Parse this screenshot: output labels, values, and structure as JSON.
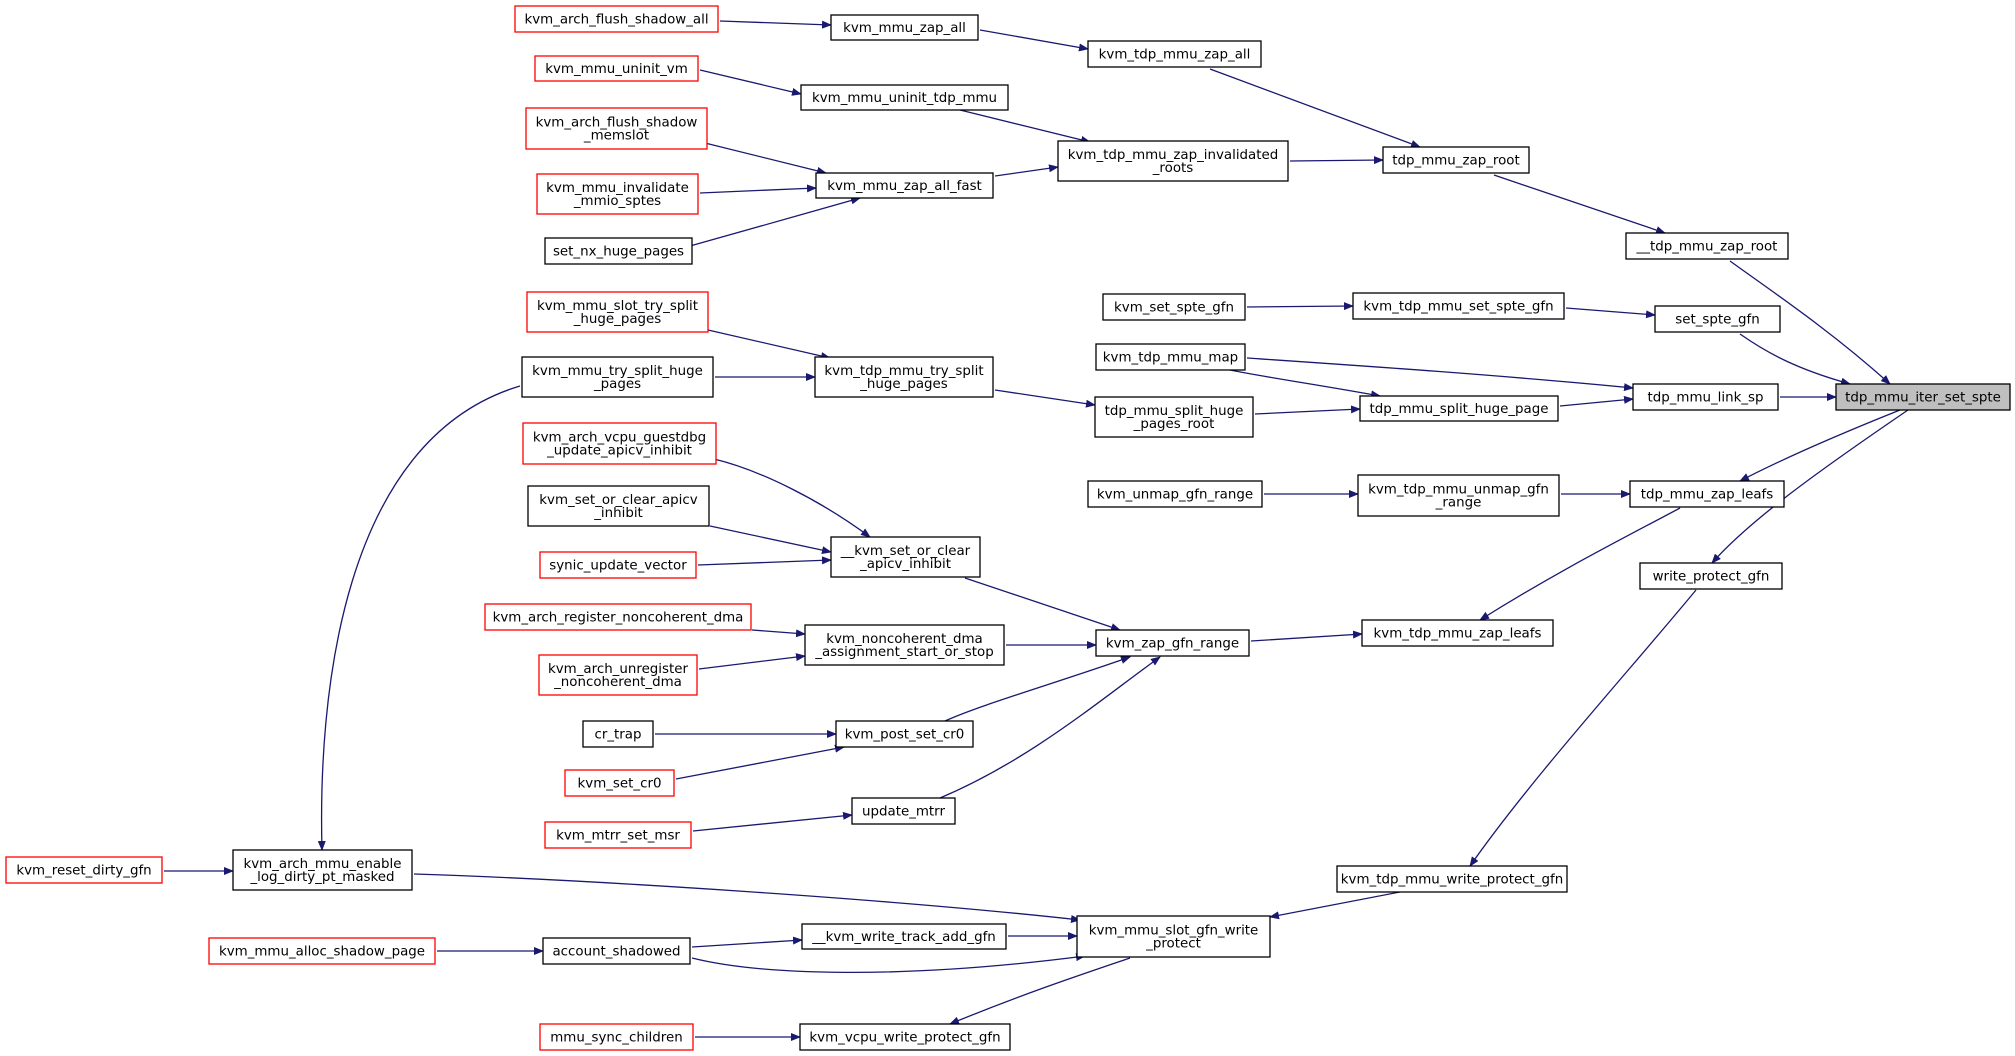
{
  "graph": {
    "edge_color": "#191970",
    "node_border_default": "#000000",
    "node_border_truncated": "#ff0000",
    "focus_fill": "#bfbfbf",
    "nodes": {
      "n_flush_all": [
        "kvm_arch_flush_shadow_all"
      ],
      "n_zap_all": [
        "kvm_mmu_zap_all"
      ],
      "n_tdp_zap_all": [
        "kvm_tdp_mmu_zap_all"
      ],
      "n_uninit_vm": [
        "kvm_mmu_uninit_vm"
      ],
      "n_uninit_tdp": [
        "kvm_mmu_uninit_tdp_mmu"
      ],
      "n_flush_memslot": [
        "kvm_arch_flush_shadow",
        "_memslot"
      ],
      "n_inval_mmio": [
        "kvm_mmu_invalidate",
        "_mmio_sptes"
      ],
      "n_nx_huge": [
        "set_nx_huge_pages"
      ],
      "n_zap_all_fast": [
        "kvm_mmu_zap_all_fast"
      ],
      "n_zap_invalidated": [
        "kvm_tdp_mmu_zap_invalidated",
        "_roots"
      ],
      "n_zap_root": [
        "tdp_mmu_zap_root"
      ],
      "n___zap_root": [
        "__tdp_mmu_zap_root"
      ],
      "n_slot_try_split": [
        "kvm_mmu_slot_try_split",
        "_huge_pages"
      ],
      "n_mmu_try_split": [
        "kvm_mmu_try_split_huge",
        "_pages"
      ],
      "n_tdp_try_split": [
        "kvm_tdp_mmu_try_split",
        "_huge_pages"
      ],
      "n_set_spte_gfn": [
        "kvm_set_spte_gfn"
      ],
      "n_tdp_set_spte": [
        "kvm_tdp_mmu_set_spte_gfn"
      ],
      "n_set_spte": [
        "set_spte_gfn"
      ],
      "n_tdp_map": [
        "kvm_tdp_mmu_map"
      ],
      "n_split_root": [
        "tdp_mmu_split_huge",
        "_pages_root"
      ],
      "n_split_page": [
        "tdp_mmu_split_huge_page"
      ],
      "n_link_sp": [
        "tdp_mmu_link_sp"
      ],
      "n_iter_set": [
        "tdp_mmu_iter_set_spte"
      ],
      "n_unmap_range": [
        "kvm_unmap_gfn_range"
      ],
      "n_tdp_unmap": [
        "kvm_tdp_mmu_unmap_gfn",
        "_range"
      ],
      "n_zap_leafs": [
        "tdp_mmu_zap_leafs"
      ],
      "n_write_prot": [
        "write_protect_gfn"
      ],
      "n_guestdbg": [
        "kvm_arch_vcpu_guestdbg",
        "_update_apicv_inhibit"
      ],
      "n_set_or_clear": [
        "kvm_set_or_clear_apicv",
        "_inhibit"
      ],
      "n_synic": [
        "synic_update_vector"
      ],
      "n___set_or_clear": [
        "__kvm_set_or_clear",
        "_apicv_inhibit"
      ],
      "n_reg_dma": [
        "kvm_arch_register_noncoherent_dma"
      ],
      "n_unreg_dma": [
        "kvm_arch_unregister",
        "_noncoherent_dma"
      ],
      "n_noncoh": [
        "kvm_noncoherent_dma",
        "_assignment_start_or_stop"
      ],
      "n_zap_range": [
        "kvm_zap_gfn_range"
      ],
      "n_tdp_zap_leafs": [
        "kvm_tdp_mmu_zap_leafs"
      ],
      "n_cr_trap": [
        "cr_trap"
      ],
      "n_post_cr0": [
        "kvm_post_set_cr0"
      ],
      "n_set_cr0": [
        "kvm_set_cr0"
      ],
      "n_mtrr_msr": [
        "kvm_mtrr_set_msr"
      ],
      "n_update_mtrr": [
        "update_mtrr"
      ],
      "n_reset_dirty": [
        "kvm_reset_dirty_gfn"
      ],
      "n_enable_log": [
        "kvm_arch_mmu_enable",
        "_log_dirty_pt_masked"
      ],
      "n_tdp_write_prot": [
        "kvm_tdp_mmu_write_protect_gfn"
      ],
      "n_alloc_shadow": [
        "kvm_mmu_alloc_shadow_page"
      ],
      "n_acct_shadowed": [
        "account_shadowed"
      ],
      "n_write_track": [
        "__kvm_write_track_add_gfn"
      ],
      "n_slot_write_prot": [
        "kvm_mmu_slot_gfn_write",
        "_protect"
      ],
      "n_sync_children": [
        "mmu_sync_children"
      ],
      "n_vcpu_write_prot": [
        "kvm_vcpu_write_protect_gfn"
      ]
    }
  }
}
